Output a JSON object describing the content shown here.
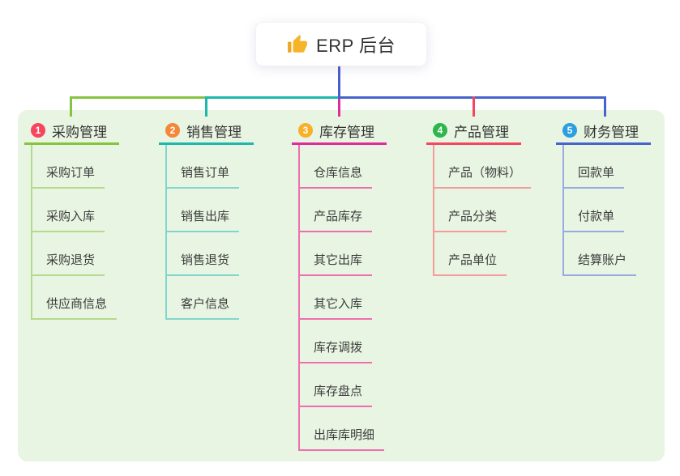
{
  "root": {
    "title": "ERP 后台",
    "icon": "thumbs-up-icon",
    "icon_color": "#f6b42a"
  },
  "branches": [
    {
      "num": "1",
      "label": "采购管理",
      "badge_color": "#f7455d",
      "accent": "#85c340",
      "leaf_color": "#b5da8d",
      "children": [
        "采购订单",
        "采购入库",
        "采购退货",
        "供应商信息"
      ]
    },
    {
      "num": "2",
      "label": "销售管理",
      "badge_color": "#f58738",
      "accent": "#1cb8ab",
      "leaf_color": "#82d5cc",
      "children": [
        "销售订单",
        "销售出库",
        "销售退货",
        "客户信息"
      ]
    },
    {
      "num": "3",
      "label": "库存管理",
      "badge_color": "#f8b029",
      "accent": "#e02c9b",
      "leaf_color": "#ef6fae",
      "children": [
        "仓库信息",
        "产品库存",
        "其它出库",
        "其它入库",
        "库存调拨",
        "库存盘点",
        "出库库明细"
      ]
    },
    {
      "num": "4",
      "label": "产品管理",
      "badge_color": "#2db54e",
      "accent": "#f4475f",
      "leaf_color": "#f59b9b",
      "children": [
        "产品（物料）",
        "产品分类",
        "产品单位"
      ]
    },
    {
      "num": "5",
      "label": "财务管理",
      "badge_color": "#2b9fe0",
      "accent": "#4663ce",
      "leaf_color": "#98abe0",
      "children": [
        "回款单",
        "付款单",
        "结算账户"
      ]
    }
  ],
  "colors": {
    "panel_bg": "#e8f5e2",
    "root_line": "#4a5cd0",
    "text": "#333333"
  }
}
